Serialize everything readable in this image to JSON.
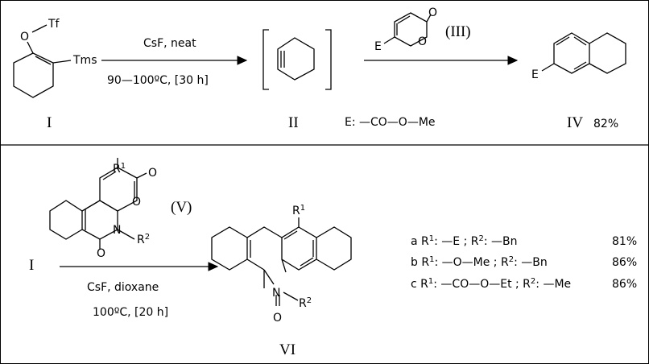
{
  "labels": {
    "I": "I",
    "II": "II",
    "III": "(III)",
    "IV": "IV",
    "IV_yield": "82%",
    "V": "(V)",
    "VI": "VI",
    "I_second": "I"
  },
  "substituents": {
    "OTf": "Tf",
    "O_triflate": "O",
    "Tms": "Tms",
    "E_pyrone": "E",
    "O_pyrone_carbonyl": "O",
    "O_pyrone_ring": "O",
    "E_product": "E",
    "R1_V": "R",
    "R1_V_sup": "1",
    "O_V_carbonyl": "O",
    "O_V_ring": "O",
    "N_V": "N",
    "R2_V": "R",
    "R2_V_sup": "2",
    "O_V_amide": "O",
    "R1_VI": "R",
    "R1_VI_sup": "1",
    "N_VI": "N",
    "R2_VI": "R",
    "R2_VI_sup": "2",
    "O_VI": "O"
  },
  "conditions": {
    "step1_top": "CsF, neat",
    "step1_bottom": "90—100ºC, [30 h]",
    "E_definition": "E: —CO—O—Me",
    "step2_top": "CsF, dioxane",
    "step2_bottom": "100ºC, [20 h]"
  },
  "table": [
    {
      "prefix": "a R",
      "r1_sup": "1",
      "r1": ": —E ; R",
      "r2_sup": "2",
      "r2": ": —Bn",
      "yield": "81%"
    },
    {
      "prefix": "b R",
      "r1_sup": "1",
      "r1": ": —O—Me ; R",
      "r2_sup": "2",
      "r2": ": —Bn",
      "yield": "86%"
    },
    {
      "prefix": "c R",
      "r1_sup": "1",
      "r1": ": —CO—O—Et ; R",
      "r2_sup": "2",
      "r2": ": —Me",
      "yield": "86%"
    }
  ]
}
